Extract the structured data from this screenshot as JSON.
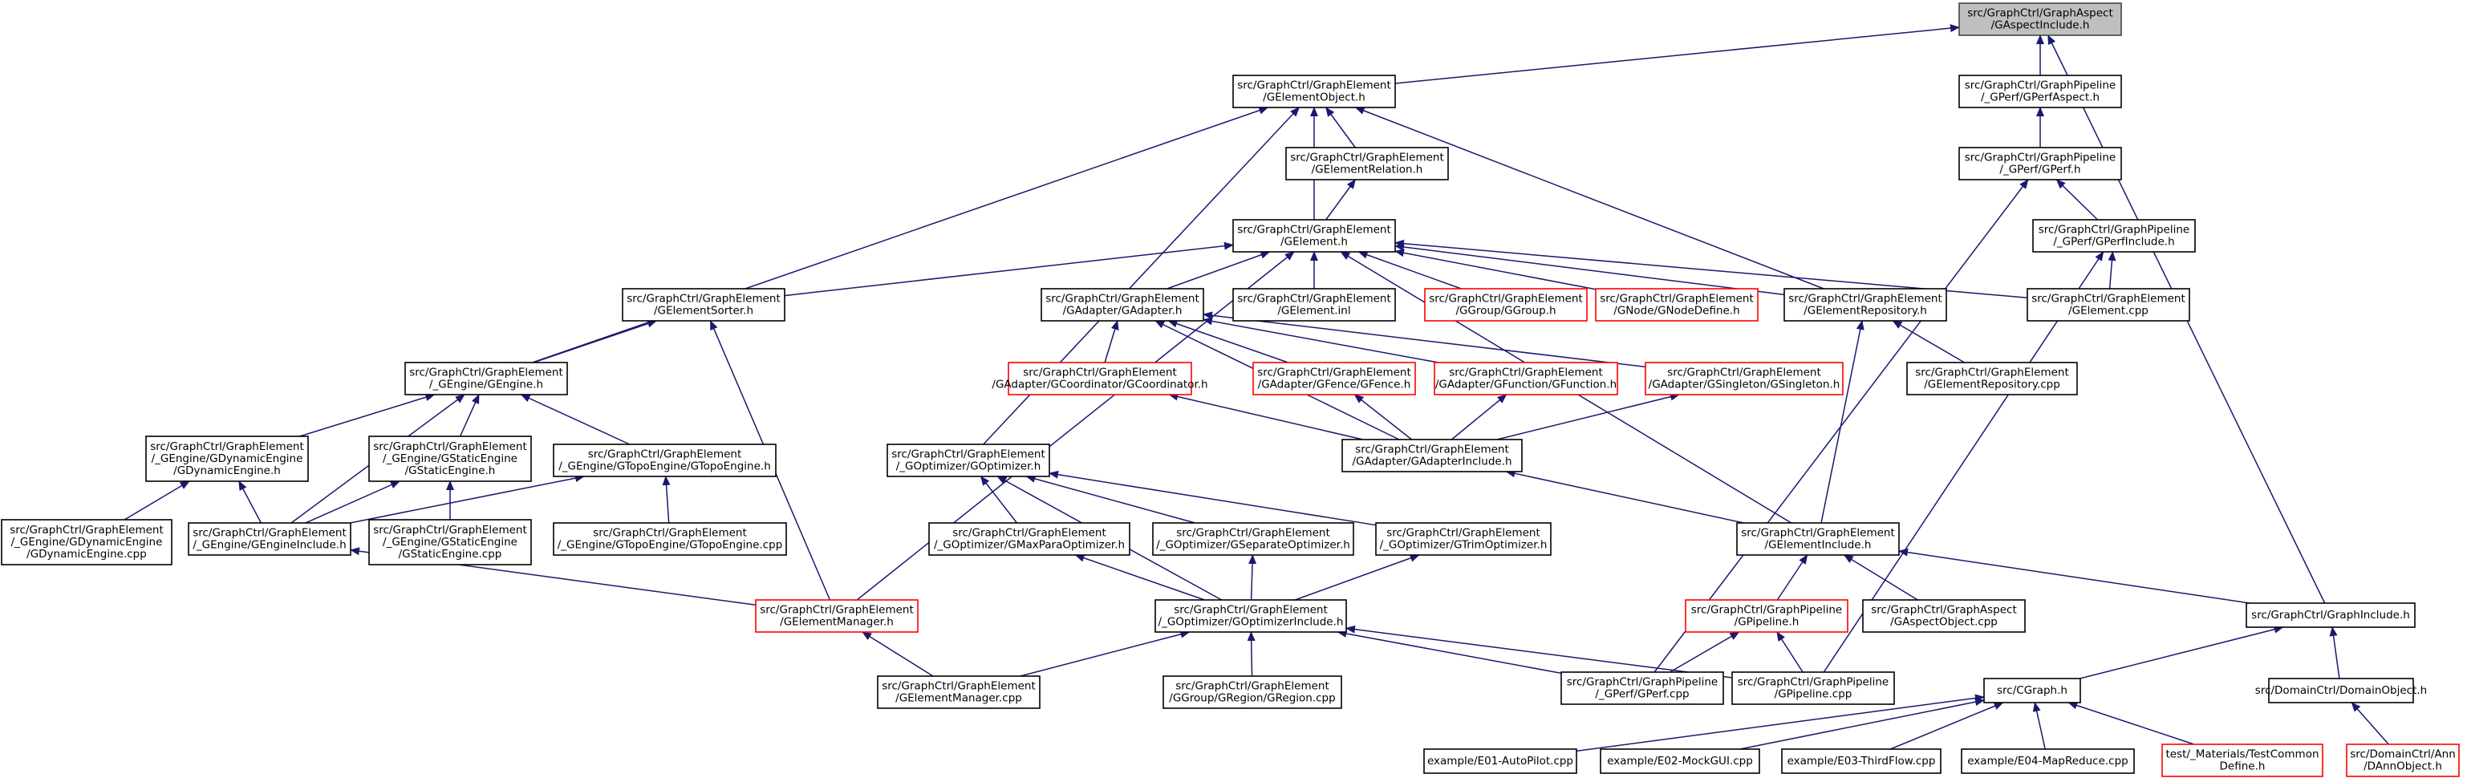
{
  "diagram": {
    "title": "",
    "colors": {
      "edge": "#191970",
      "missing_border": "#ff0000",
      "root_fill": "#bfbfbf"
    },
    "nodes": [
      {
        "id": "root",
        "lines": [
          "src/GraphCtrl/GraphAspect",
          "/GAspectInclude.h"
        ],
        "style": "root"
      },
      {
        "id": "gelementobject",
        "lines": [
          "src/GraphCtrl/GraphElement",
          "/GElementObject.h"
        ],
        "style": "normal"
      },
      {
        "id": "gperfaspect",
        "lines": [
          "src/GraphCtrl/GraphPipeline",
          "/_GPerf/GPerfAspect.h"
        ],
        "style": "normal"
      },
      {
        "id": "gelementrelation",
        "lines": [
          "src/GraphCtrl/GraphElement",
          "/GElementRelation.h"
        ],
        "style": "normal"
      },
      {
        "id": "gperf_h",
        "lines": [
          "src/GraphCtrl/GraphPipeline",
          "/_GPerf/GPerf.h"
        ],
        "style": "normal"
      },
      {
        "id": "gelement_h",
        "lines": [
          "src/GraphCtrl/GraphElement",
          "/GElement.h"
        ],
        "style": "normal"
      },
      {
        "id": "gperfinclude",
        "lines": [
          "src/GraphCtrl/GraphPipeline",
          "/_GPerf/GPerfInclude.h"
        ],
        "style": "normal"
      },
      {
        "id": "gelementsorter",
        "lines": [
          "src/GraphCtrl/GraphElement",
          "/GElementSorter.h"
        ],
        "style": "normal"
      },
      {
        "id": "gadapter",
        "lines": [
          "src/GraphCtrl/GraphElement",
          "/GAdapter/GAdapter.h"
        ],
        "style": "normal"
      },
      {
        "id": "gelement_inl",
        "lines": [
          "src/GraphCtrl/GraphElement",
          "/GElement.inl"
        ],
        "style": "normal"
      },
      {
        "id": "ggroup",
        "lines": [
          "src/GraphCtrl/GraphElement",
          "/GGroup/GGroup.h"
        ],
        "style": "red"
      },
      {
        "id": "gnodedefine",
        "lines": [
          "src/GraphCtrl/GraphElement",
          "/GNode/GNodeDefine.h"
        ],
        "style": "red"
      },
      {
        "id": "gelementrepository",
        "lines": [
          "src/GraphCtrl/GraphElement",
          "/GElementRepository.h"
        ],
        "style": "normal"
      },
      {
        "id": "gelement_cpp",
        "lines": [
          "src/GraphCtrl/GraphElement",
          "/GElement.cpp"
        ],
        "style": "normal"
      },
      {
        "id": "gengine",
        "lines": [
          "src/GraphCtrl/GraphElement",
          "/_GEngine/GEngine.h"
        ],
        "style": "normal"
      },
      {
        "id": "gcoordinator",
        "lines": [
          "src/GraphCtrl/GraphElement",
          "/GAdapter/GCoordinator/GCoordinator.h"
        ],
        "style": "red"
      },
      {
        "id": "gfence",
        "lines": [
          "src/GraphCtrl/GraphElement",
          "/GAdapter/GFence/GFence.h"
        ],
        "style": "red"
      },
      {
        "id": "gfunction",
        "lines": [
          "src/GraphCtrl/GraphElement",
          "/GAdapter/GFunction/GFunction.h"
        ],
        "style": "red"
      },
      {
        "id": "gsingleton",
        "lines": [
          "src/GraphCtrl/GraphElement",
          "/GAdapter/GSingleton/GSingleton.h"
        ],
        "style": "red"
      },
      {
        "id": "gelementrepository_cpp",
        "lines": [
          "src/GraphCtrl/GraphElement",
          "/GElementRepository.cpp"
        ],
        "style": "normal"
      },
      {
        "id": "gdynamicengine_h",
        "lines": [
          "src/GraphCtrl/GraphElement",
          "/_GEngine/GDynamicEngine",
          "/GDynamicEngine.h"
        ],
        "style": "normal"
      },
      {
        "id": "gstaticengine_h",
        "lines": [
          "src/GraphCtrl/GraphElement",
          "/_GEngine/GStaticEngine",
          "/GStaticEngine.h"
        ],
        "style": "normal"
      },
      {
        "id": "gtopoengine_h",
        "lines": [
          "src/GraphCtrl/GraphElement",
          "/_GEngine/GTopoEngine/GTopoEngine.h"
        ],
        "style": "normal"
      },
      {
        "id": "goptimizer_h",
        "lines": [
          "src/GraphCtrl/GraphElement",
          "/_GOptimizer/GOptimizer.h"
        ],
        "style": "normal"
      },
      {
        "id": "gadapterinclude",
        "lines": [
          "src/GraphCtrl/GraphElement",
          "/GAdapter/GAdapterInclude.h"
        ],
        "style": "normal"
      },
      {
        "id": "gdynamicengine_cpp",
        "lines": [
          "src/GraphCtrl/GraphElement",
          "/_GEngine/GDynamicEngine",
          "/GDynamicEngine.cpp"
        ],
        "style": "normal"
      },
      {
        "id": "gengineinclude",
        "lines": [
          "src/GraphCtrl/GraphElement",
          "/_GEngine/GEngineInclude.h"
        ],
        "style": "normal"
      },
      {
        "id": "gstaticengine_cpp",
        "lines": [
          "src/GraphCtrl/GraphElement",
          "/_GEngine/GStaticEngine",
          "/GStaticEngine.cpp"
        ],
        "style": "normal"
      },
      {
        "id": "gtopoengine_cpp",
        "lines": [
          "src/GraphCtrl/GraphElement",
          "/_GEngine/GTopoEngine/GTopoEngine.cpp"
        ],
        "style": "normal"
      },
      {
        "id": "gmaxparaoptimizer",
        "lines": [
          "src/GraphCtrl/GraphElement",
          "/_GOptimizer/GMaxParaOptimizer.h"
        ],
        "style": "normal"
      },
      {
        "id": "gseparateoptimizer",
        "lines": [
          "src/GraphCtrl/GraphElement",
          "/_GOptimizer/GSeparateOptimizer.h"
        ],
        "style": "normal"
      },
      {
        "id": "gtrimoptimizer",
        "lines": [
          "src/GraphCtrl/GraphElement",
          "/_GOptimizer/GTrimOptimizer.h"
        ],
        "style": "normal"
      },
      {
        "id": "gelementinclude",
        "lines": [
          "src/GraphCtrl/GraphElement",
          "/GElementInclude.h"
        ],
        "style": "normal"
      },
      {
        "id": "gelementmanager_h",
        "lines": [
          "src/GraphCtrl/GraphElement",
          "/GElementManager.h"
        ],
        "style": "red"
      },
      {
        "id": "goptimizerinclude",
        "lines": [
          "src/GraphCtrl/GraphElement",
          "/_GOptimizer/GOptimizerInclude.h"
        ],
        "style": "normal"
      },
      {
        "id": "gpipeline_h",
        "lines": [
          "src/GraphCtrl/GraphPipeline",
          "/GPipeline.h"
        ],
        "style": "red"
      },
      {
        "id": "gaspectobject_cpp",
        "lines": [
          "src/GraphCtrl/GraphAspect",
          "/GAspectObject.cpp"
        ],
        "style": "normal"
      },
      {
        "id": "graphinclude",
        "lines": [
          "src/GraphCtrl/GraphInclude.h"
        ],
        "style": "normal"
      },
      {
        "id": "gelementmanager_cpp",
        "lines": [
          "src/GraphCtrl/GraphElement",
          "/GElementManager.cpp"
        ],
        "style": "normal"
      },
      {
        "id": "gregion_cpp",
        "lines": [
          "src/GraphCtrl/GraphElement",
          "/GGroup/GRegion/GRegion.cpp"
        ],
        "style": "normal"
      },
      {
        "id": "gperf_cpp",
        "lines": [
          "src/GraphCtrl/GraphPipeline",
          "/_GPerf/GPerf.cpp"
        ],
        "style": "normal"
      },
      {
        "id": "gpipeline_cpp",
        "lines": [
          "src/GraphCtrl/GraphPipeline",
          "/GPipeline.cpp"
        ],
        "style": "normal"
      },
      {
        "id": "cgraph",
        "lines": [
          "src/CGraph.h"
        ],
        "style": "normal"
      },
      {
        "id": "domainobject",
        "lines": [
          "src/DomainCtrl/DomainObject.h"
        ],
        "style": "normal"
      },
      {
        "id": "e01",
        "lines": [
          "example/E01-AutoPilot.cpp"
        ],
        "style": "normal"
      },
      {
        "id": "e02",
        "lines": [
          "example/E02-MockGUI.cpp"
        ],
        "style": "normal"
      },
      {
        "id": "e03",
        "lines": [
          "example/E03-ThirdFlow.cpp"
        ],
        "style": "normal"
      },
      {
        "id": "e04",
        "lines": [
          "example/E04-MapReduce.cpp"
        ],
        "style": "normal"
      },
      {
        "id": "testcommon",
        "lines": [
          "test/_Materials/TestCommon",
          "Define.h"
        ],
        "style": "red"
      },
      {
        "id": "dannobject",
        "lines": [
          "src/DomainCtrl/Ann",
          "/DAnnObject.h"
        ],
        "style": "red"
      }
    ],
    "edges": [
      [
        "gelementobject",
        "root"
      ],
      [
        "gperfaspect",
        "root"
      ],
      [
        "graphinclude",
        "root"
      ],
      [
        "gperf_h",
        "gperfaspect"
      ],
      [
        "gperfinclude",
        "gperf_h"
      ],
      [
        "gperf_cpp",
        "gperf_h"
      ],
      [
        "gelement_cpp",
        "gperfinclude"
      ],
      [
        "gpipeline_cpp",
        "gperfinclude"
      ],
      [
        "gelementrelation",
        "gelementobject"
      ],
      [
        "gelement_h",
        "gelementobject"
      ],
      [
        "gengine",
        "gelementobject"
      ],
      [
        "goptimizer_h",
        "gelementobject"
      ],
      [
        "gelementrepository",
        "gelementobject"
      ],
      [
        "gelement_h",
        "gelementrelation"
      ],
      [
        "gelementsorter",
        "gelement_h"
      ],
      [
        "gadapter",
        "gelement_h"
      ],
      [
        "gelement_inl",
        "gelement_h"
      ],
      [
        "ggroup",
        "gelement_h"
      ],
      [
        "gnodedefine",
        "gelement_h"
      ],
      [
        "gelementrepository",
        "gelement_h"
      ],
      [
        "gelement_cpp",
        "gelement_h"
      ],
      [
        "gelementmanager_h",
        "gelement_h"
      ],
      [
        "gelementinclude",
        "gelement_h"
      ],
      [
        "gengine",
        "gelementsorter"
      ],
      [
        "gelementmanager_h",
        "gelementsorter"
      ],
      [
        "gcoordinator",
        "gadapter"
      ],
      [
        "gfence",
        "gadapter"
      ],
      [
        "gfunction",
        "gadapter"
      ],
      [
        "gsingleton",
        "gadapter"
      ],
      [
        "gadapterinclude",
        "gadapter"
      ],
      [
        "gadapterinclude",
        "gcoordinator"
      ],
      [
        "gadapterinclude",
        "gfence"
      ],
      [
        "gadapterinclude",
        "gfunction"
      ],
      [
        "gadapterinclude",
        "gsingleton"
      ],
      [
        "gelementrepository_cpp",
        "gelementrepository"
      ],
      [
        "gelementinclude",
        "gelementrepository"
      ],
      [
        "gdynamicengine_h",
        "gengine"
      ],
      [
        "gstaticengine_h",
        "gengine"
      ],
      [
        "gtopoengine_h",
        "gengine"
      ],
      [
        "gengineinclude",
        "gengine"
      ],
      [
        "gdynamicengine_cpp",
        "gdynamicengine_h"
      ],
      [
        "gengineinclude",
        "gdynamicengine_h"
      ],
      [
        "gstaticengine_cpp",
        "gstaticengine_h"
      ],
      [
        "gengineinclude",
        "gstaticengine_h"
      ],
      [
        "gtopoengine_cpp",
        "gtopoengine_h"
      ],
      [
        "gengineinclude",
        "gtopoengine_h"
      ],
      [
        "gelementmanager_h",
        "gengineinclude"
      ],
      [
        "gmaxparaoptimizer",
        "goptimizer_h"
      ],
      [
        "gseparateoptimizer",
        "goptimizer_h"
      ],
      [
        "gtrimoptimizer",
        "goptimizer_h"
      ],
      [
        "goptimizerinclude",
        "goptimizer_h"
      ],
      [
        "goptimizerinclude",
        "gmaxparaoptimizer"
      ],
      [
        "goptimizerinclude",
        "gseparateoptimizer"
      ],
      [
        "goptimizerinclude",
        "gtrimoptimizer"
      ],
      [
        "gelementinclude",
        "gadapterinclude"
      ],
      [
        "gpipeline_h",
        "gelementinclude"
      ],
      [
        "gaspectobject_cpp",
        "gelementinclude"
      ],
      [
        "graphinclude",
        "gelementinclude"
      ],
      [
        "gelementmanager_cpp",
        "gelementmanager_h"
      ],
      [
        "gelementmanager_cpp",
        "goptimizerinclude"
      ],
      [
        "gregion_cpp",
        "goptimizerinclude"
      ],
      [
        "gperf_cpp",
        "goptimizerinclude"
      ],
      [
        "gpipeline_cpp",
        "goptimizerinclude"
      ],
      [
        "gperf_cpp",
        "gpipeline_h"
      ],
      [
        "gpipeline_cpp",
        "gpipeline_h"
      ],
      [
        "cgraph",
        "graphinclude"
      ],
      [
        "domainobject",
        "graphinclude"
      ],
      [
        "e01",
        "cgraph"
      ],
      [
        "e02",
        "cgraph"
      ],
      [
        "e03",
        "cgraph"
      ],
      [
        "e04",
        "cgraph"
      ],
      [
        "testcommon",
        "cgraph"
      ],
      [
        "dannobject",
        "domainobject"
      ]
    ]
  }
}
